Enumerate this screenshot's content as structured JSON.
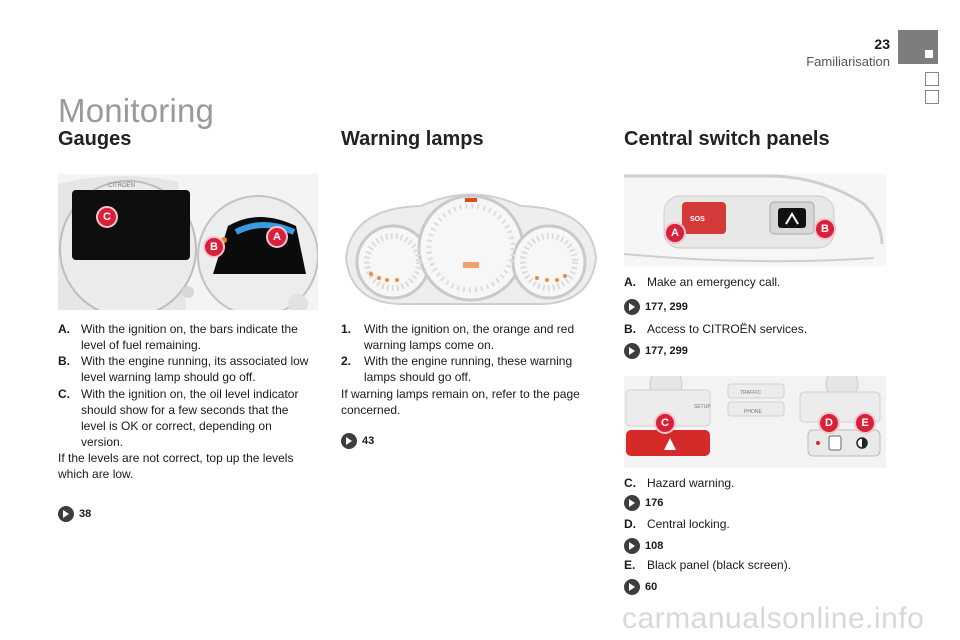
{
  "header": {
    "page_number": "23",
    "section": "Familiarisation"
  },
  "title": "Monitoring",
  "gauges": {
    "heading": "Gauges",
    "items": [
      {
        "label": "A.",
        "text": "With the ignition on, the bars indicate the level of fuel remaining."
      },
      {
        "label": "B.",
        "text": "With the engine running, its associated low level warning lamp should go off."
      },
      {
        "label": "C.",
        "text": "With the ignition on, the oil level indicator should show for a few seconds that the level is OK or correct, depending on version."
      }
    ],
    "note": "If the levels are not correct, top up the levels which are low.",
    "ref": "38",
    "figure": {
      "brand": "CITROËN",
      "marks": [
        "A",
        "B",
        "C"
      ]
    }
  },
  "warning": {
    "heading": "Warning lamps",
    "items": [
      {
        "label": "1.",
        "text": "With the ignition on, the orange and red warning lamps come on."
      },
      {
        "label": "2.",
        "text": "With the engine running, these warning lamps should go off."
      }
    ],
    "note": "If warning lamps remain on, refer to the page concerned.",
    "ref": "43"
  },
  "central": {
    "heading": "Central switch panels",
    "figure_top": {
      "sos": "SOS",
      "marks": [
        "A",
        "B"
      ]
    },
    "figure_bottom": {
      "traffic": "TRAFFIC",
      "setup": "SETUP",
      "phone": "PHONE",
      "marks": [
        "C",
        "D",
        "E"
      ]
    },
    "a_label": "A.",
    "a_text": "Make an emergency call.",
    "a_ref": "177, 299",
    "b_label": "B.",
    "b_text": "Access to CITROËN services.",
    "b_ref": "177, 299",
    "c_label": "C.",
    "c_text": "Hazard warning.",
    "c_ref": "176",
    "d_label": "D.",
    "d_text": "Central locking.",
    "d_ref": "108",
    "e_label": "E.",
    "e_text": "Black panel (black screen).",
    "e_ref": "60"
  },
  "watermark": "carmanualsonline.info",
  "colors": {
    "badge": "#d8203a",
    "hazard": "#d42a2a",
    "tab": "#7d7d7d",
    "title": "#9a9a9a"
  }
}
